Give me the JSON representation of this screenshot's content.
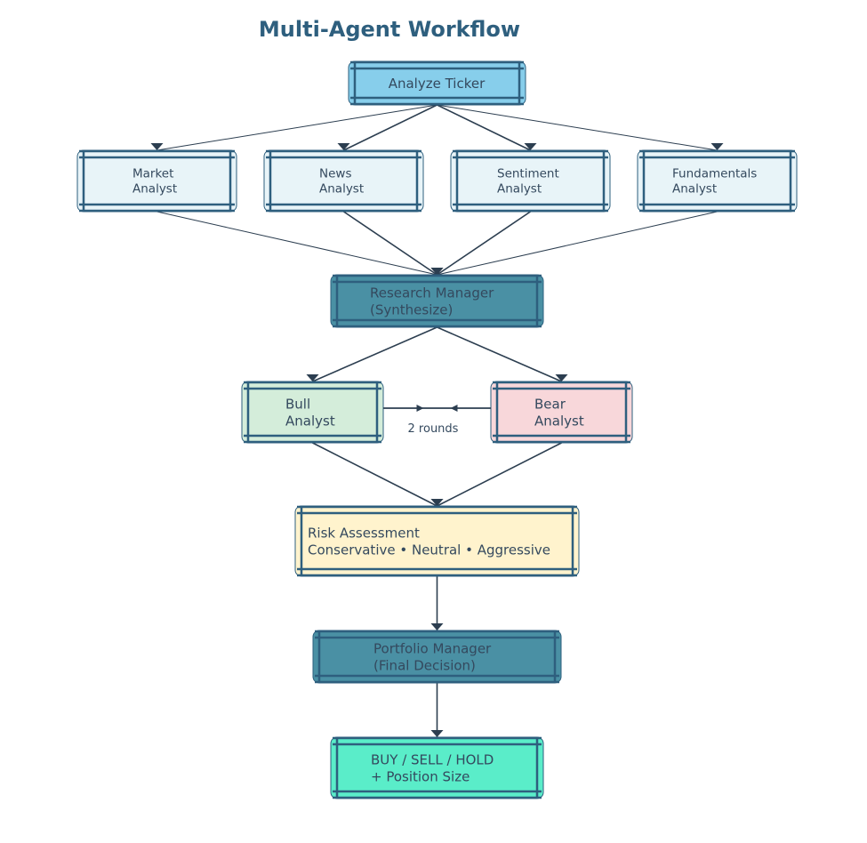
{
  "title": "Multi-Agent Workflow",
  "colors": {
    "input": "#87ceeb",
    "analyst": "#e8f4f8",
    "manager": "#4a90a4",
    "bull": "#d4edda",
    "bear": "#f8d7da",
    "risk": "#fff3cd",
    "output": "#5aedc9",
    "border": "#2e5f7e",
    "edge": "#2c3e50",
    "text": "#34495e"
  },
  "nodes": [
    {
      "id": "analyze-ticker",
      "lines": [
        "Analyze Ticker"
      ],
      "fill": "input"
    },
    {
      "id": "market-analyst",
      "lines": [
        "Market",
        "Analyst"
      ],
      "fill": "analyst"
    },
    {
      "id": "news-analyst",
      "lines": [
        "News",
        "Analyst"
      ],
      "fill": "analyst"
    },
    {
      "id": "sentiment-analyst",
      "lines": [
        "Sentiment",
        "Analyst"
      ],
      "fill": "analyst"
    },
    {
      "id": "fundamentals-analyst",
      "lines": [
        "Fundamentals",
        "Analyst"
      ],
      "fill": "analyst"
    },
    {
      "id": "research-manager",
      "lines": [
        "Research Manager",
        "(Synthesize)"
      ],
      "fill": "manager"
    },
    {
      "id": "bull-analyst",
      "lines": [
        "Bull",
        "Analyst"
      ],
      "fill": "bull"
    },
    {
      "id": "bear-analyst",
      "lines": [
        "Bear",
        "Analyst"
      ],
      "fill": "bear"
    },
    {
      "id": "risk-assessment",
      "lines": [
        "Risk Assessment",
        "Conservative • Neutral • Aggressive"
      ],
      "fill": "risk"
    },
    {
      "id": "portfolio-manager",
      "lines": [
        "Portfolio Manager",
        "(Final Decision)"
      ],
      "fill": "manager"
    },
    {
      "id": "final-output",
      "lines": [
        "BUY / SELL / HOLD",
        "+ Position Size"
      ],
      "fill": "output"
    }
  ],
  "edges": [
    {
      "from": "analyze-ticker",
      "to": "market-analyst"
    },
    {
      "from": "analyze-ticker",
      "to": "news-analyst"
    },
    {
      "from": "analyze-ticker",
      "to": "sentiment-analyst"
    },
    {
      "from": "analyze-ticker",
      "to": "fundamentals-analyst"
    },
    {
      "from": "market-analyst",
      "to": "research-manager"
    },
    {
      "from": "news-analyst",
      "to": "research-manager"
    },
    {
      "from": "sentiment-analyst",
      "to": "research-manager"
    },
    {
      "from": "fundamentals-analyst",
      "to": "research-manager"
    },
    {
      "from": "research-manager",
      "to": "bull-analyst"
    },
    {
      "from": "research-manager",
      "to": "bear-analyst"
    },
    {
      "from": "bull-analyst",
      "to": "risk-assessment"
    },
    {
      "from": "bear-analyst",
      "to": "risk-assessment"
    },
    {
      "from": "risk-assessment",
      "to": "portfolio-manager"
    },
    {
      "from": "portfolio-manager",
      "to": "final-output"
    }
  ],
  "debate": {
    "between": [
      "bull-analyst",
      "bear-analyst"
    ],
    "label": "2 rounds"
  }
}
